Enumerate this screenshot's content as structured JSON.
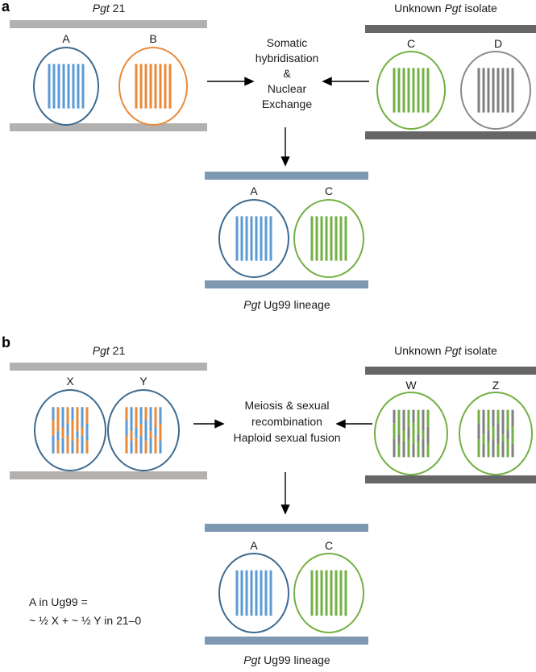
{
  "panel_a": {
    "letter": "a",
    "left_isolate": {
      "name_italic": "Pgt",
      "name_rest": " 21",
      "nuclei": [
        "A",
        "B"
      ]
    },
    "right_isolate": {
      "name_prefix": "Unknown ",
      "name_italic": "Pgt",
      "name_rest": " isolate",
      "nuclei": [
        "C",
        "D"
      ]
    },
    "process": [
      "Somatic",
      "hybridisation",
      "&",
      "Nuclear",
      "Exchange"
    ],
    "result": {
      "nuclei": [
        "A",
        "C"
      ],
      "caption_italic": "Pgt",
      "caption_rest": " Ug99 lineage"
    }
  },
  "panel_b": {
    "letter": "b",
    "left_isolate": {
      "name_italic": "Pgt",
      "name_rest": " 21",
      "nuclei": [
        "X",
        "Y"
      ]
    },
    "right_isolate": {
      "name_prefix": "Unknown ",
      "name_italic": "Pgt",
      "name_rest": " isolate",
      "nuclei": [
        "W",
        "Z"
      ]
    },
    "process": [
      "Meiosis & sexual",
      "recombination",
      "Haploid sexual fusion"
    ],
    "result": {
      "nuclei": [
        "A",
        "C"
      ],
      "caption_italic": "Pgt",
      "caption_rest": " Ug99 lineage"
    },
    "equation": [
      "A in Ug99 =",
      "~ ½ X + ~ ½ Y in 21–0"
    ]
  },
  "colors": {
    "blue": "#5b9bd5",
    "blue_outline": "#3d6a8f",
    "orange": "#e88a3a",
    "green": "#72b043",
    "gray": "#7f7f7f",
    "gray_outline": "#8a8a8a",
    "membrane_light": "#b3b0b0",
    "membrane_dark": "#666666",
    "membrane_blue": "#7f98b2"
  }
}
